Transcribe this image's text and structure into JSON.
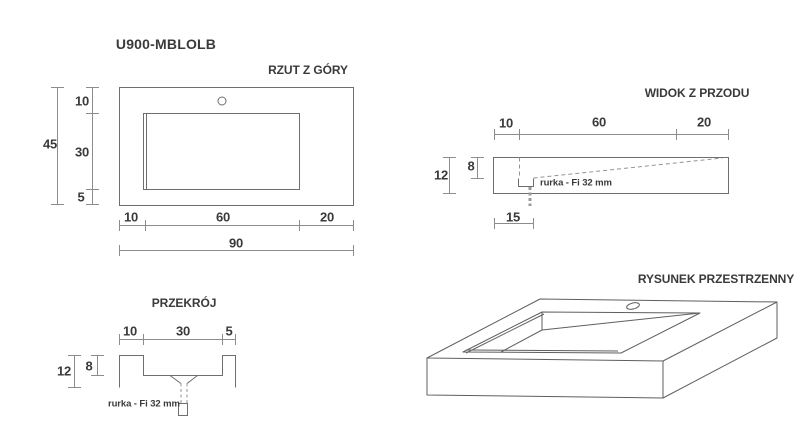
{
  "drawing": {
    "product_code": "U900-MBLOLB",
    "views": {
      "top": {
        "title": "RZUT Z GÓRY",
        "dim_total_height": "45",
        "dim_back_zone": "10",
        "dim_basin_length": "30",
        "dim_front_zone": "5",
        "dim_left_zone": "10",
        "dim_basin_width": "60",
        "dim_right_zone": "20",
        "dim_total_width": "90"
      },
      "front": {
        "title": "WIDOK Z PRZODU",
        "dim_left_zone": "10",
        "dim_basin_width": "60",
        "dim_right_zone": "20",
        "dim_total_depth": "12",
        "dim_basin_depth": "8",
        "dim_drain_offset": "15",
        "note": "rurka - Fi 32 mm"
      },
      "section": {
        "title": "PRZEKRÓJ",
        "dim_left_zone": "10",
        "dim_basin_length": "30",
        "dim_right_zone": "5",
        "dim_total_depth": "12",
        "dim_basin_depth": "8",
        "note": "rurka - Fi 32 mm"
      },
      "iso": {
        "title": "RYSUNEK PRZESTRZENNY"
      }
    },
    "colors": {
      "object_line": "#6e6e6e",
      "dim_line": "#8c8c8c",
      "hidden_line": "#949494",
      "text": "#3a3a3a",
      "background": "#ffffff"
    }
  }
}
